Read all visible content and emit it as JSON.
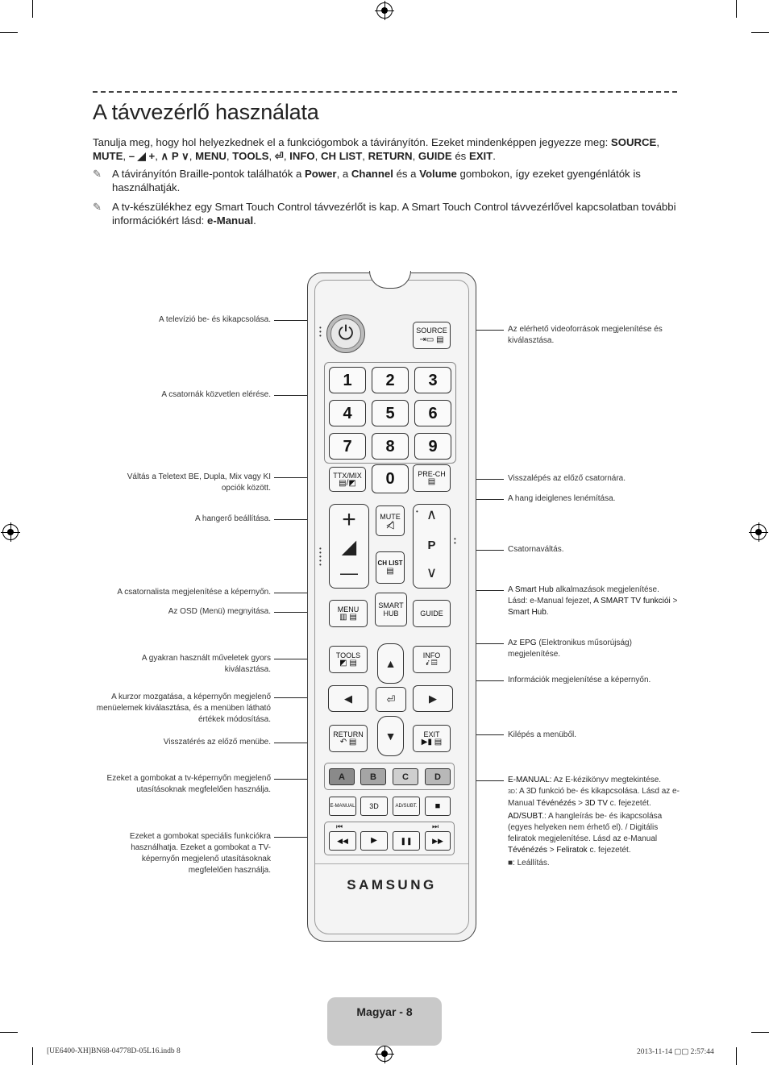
{
  "title": "A távvezérlő használata",
  "intro": {
    "text_a": "Tanulja meg, hogy hol helyezkednek el a funkciógombok a távirányítón. Ezeket mindenképpen jegyezze meg: ",
    "source": "SOURCE",
    "sep1": ",",
    "mute": "MUTE",
    "sep2": ", ",
    "vol": "– ◢ +",
    "sep3": ", ",
    "ch": "∧ P ∨",
    "sep4": ", ",
    "menu": "MENU",
    "sep5": ", ",
    "tools": "TOOLS",
    "sep6": ", ",
    "enter_icon": "⏎",
    "sep7": ", ",
    "info": "INFO",
    "sep8": ", ",
    "chlist": "CH LIST",
    "sep9": ", ",
    "return": "RETURN",
    "sep10": ", ",
    "guide": "GUIDE",
    "es": " és ",
    "exit": "EXIT",
    "end": "."
  },
  "note1": {
    "text_a": "A távirányítón Braille-pontok találhatók a ",
    "power": "Power",
    "text_b": ", a ",
    "channel": "Channel",
    "text_c": " és a ",
    "volume": "Volume",
    "text_d": " gombokon, így ezeket gyengénlátók is használhatják."
  },
  "note2": {
    "text_a": "A tv-készülékhez egy Smart Touch Control távvezérlőt is kap. A Smart Touch Control távvezérlővel kapcsolatban további információkért lásd: ",
    "emanual": "e-Manual",
    "end": "."
  },
  "note_icon": "✎",
  "labels_left": {
    "power": "A televízió be- és kikapcsolása.",
    "numbers": "A csatornák közvetlen elérése.",
    "ttx": "Váltás a Teletext BE, Dupla, Mix vagy KI opciók között.",
    "volume": "A hangerő beállítása.",
    "chlist": "A csatornalista megjelenítése a képernyőn.",
    "menu": "Az OSD (Menü) megnyitása.",
    "tools": "A gyakran használt műveletek gyors kiválasztása.",
    "cursor": "A kurzor mozgatása, a képernyőn megjelenő menüelemek kiválasztása, és a menüben látható értékek módosítása.",
    "return": "Visszatérés az előző menübe.",
    "colors": "Ezeket a gombokat a tv-képernyőn megjelenő utasításoknak megfelelően használja.",
    "special": "Ezeket a gombokat speciális funkciókra használhatja. Ezeket a gombokat a TV-képernyőn megjelenő utasításoknak megfelelően használja."
  },
  "labels_right": {
    "source": "Az elérhető videoforrások megjelenítése és kiválasztása.",
    "prech": "Visszalépés az előző csatornára.",
    "mute": "A hang ideiglenes lenémítása.",
    "channel": "Csatornaváltás.",
    "smarthub_a": "A ",
    "smarthub_b": "Smart Hub",
    "smarthub_c": " alkalmazások megjelenítése. Lásd: e-Manual fejezet, ",
    "smarthub_d": "A SMART TV funkciói",
    "smarthub_e": " > ",
    "smarthub_f": "Smart Hub",
    "smarthub_g": ".",
    "epg_a": "Az ",
    "epg_b": "EPG",
    "epg_c": " (Elektronikus műsorújság) megjelenítése.",
    "info": "Információk megjelenítése a képernyőn.",
    "exit": "Kilépés a menüből.",
    "emanual_a": "E-MANUAL:",
    "emanual_b": " Az E-kézikönyv megtekintése.",
    "three_d_a": ": A 3D funkció be- és kikapcsolása. Lásd az e-Manual ",
    "three_d_b": "Tévénézés",
    "three_d_c": " > ",
    "three_d_d": "3D TV",
    "three_d_e": " c. fejezetét.",
    "adsubt_a": "AD/SUBT.",
    "adsubt_b": ": A hangleírás be- és ikapcsolása (egyes helyeken nem érhető el). / Digitális feliratok megjelenítése. Lásd az e-Manual ",
    "adsubt_c": "Tévénézés",
    "adsubt_d": " > ",
    "adsubt_e": "Feliratok",
    "adsubt_f": " c. fejezetét.",
    "stop_a": "■",
    "stop_b": ": Leállítás."
  },
  "remote": {
    "source": "SOURCE",
    "source_icons": "⇥▭ ▤",
    "numbers": [
      "1",
      "2",
      "3",
      "4",
      "5",
      "6",
      "7",
      "8",
      "9"
    ],
    "zero": "0",
    "ttx": "TTX/MIX",
    "ttx_icons": "▤/◩",
    "prech": "PRE-CH",
    "prech_icon": "▤",
    "plus": "+",
    "vol_icon": "◢",
    "minus": "—",
    "mute": "MUTE",
    "mute_icon": "◁̸",
    "chlist": "CH LIST",
    "chlist_icon": "▤",
    "ch_up": "∧",
    "ch_p": "P",
    "ch_dn": "∨",
    "menu": "MENU",
    "menu_icons": "▥ ▤",
    "smarthub": "SMART HUB",
    "guide": "GUIDE",
    "tools": "TOOLS",
    "tools_icons": "◩ ▤",
    "info": "INFO",
    "info_icons": "𝓲 ▤",
    "up": "▲",
    "left": "◀",
    "enter": "⏎",
    "right": "▶",
    "down": "▼",
    "return": "RETURN",
    "return_icons": "↶ ▤",
    "exit": "EXIT",
    "exit_icons": "▶▮ ▤",
    "color_a": "A",
    "color_b": "B",
    "color_c": "C",
    "color_d": "D",
    "emanual": "E-MANUAL",
    "three_d": "3D",
    "adsubt": "AD/SUBT.",
    "stop": "■",
    "prev_label": "⏮",
    "next_label": "⏭",
    "rew": "◀◀",
    "play": "▶",
    "pause": "❚❚",
    "ff": "▶▶",
    "brand": "SAMSUNG"
  },
  "colors": {
    "color_a": "#8a8a8a",
    "color_b": "#a5a5a5",
    "color_c": "#cfcfcf",
    "color_d": "#b8b8b8",
    "page_tab": "#c9c9c9"
  },
  "page_label": "Magyar - 8",
  "footer_left": "[UE6400-XH]BN68-04778D-05L16.indb   8",
  "footer_right": "2013-11-14   ▢▢ 2:57:44"
}
